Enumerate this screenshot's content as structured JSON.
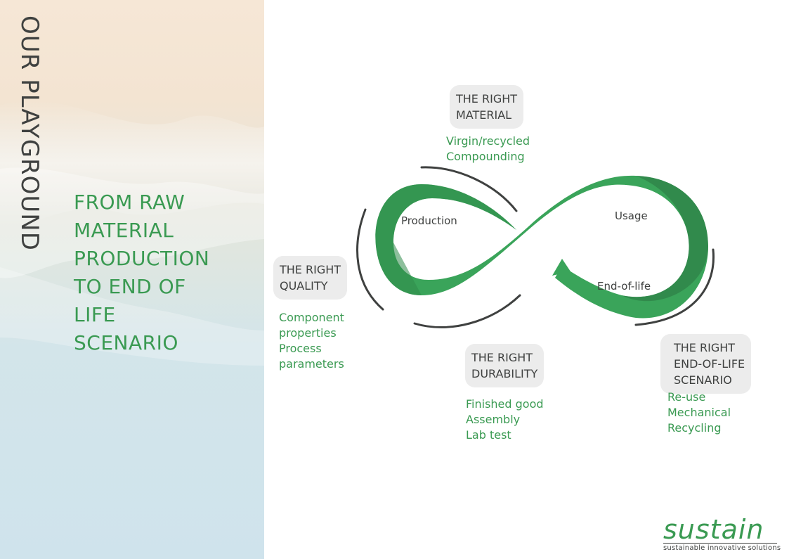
{
  "side_title": "OUR PLAYGROUND",
  "headline": [
    "FROM RAW",
    "MATERIAL",
    "PRODUCTION",
    "TO END OF",
    "LIFE",
    "SCENARIO"
  ],
  "loop_labels": {
    "production": "Production",
    "usage": "Usage",
    "end_of_life": "End-of-life"
  },
  "stages": {
    "material": {
      "title": [
        "THE RIGHT",
        "MATERIAL"
      ],
      "items": [
        "Virgin/recycled",
        "Compounding"
      ]
    },
    "quality": {
      "title": [
        "THE RIGHT",
        "QUALITY"
      ],
      "items": [
        "Component",
        "properties",
        "Process",
        "parameters"
      ]
    },
    "durability": {
      "title": [
        "THE RIGHT",
        "DURABILITY"
      ],
      "items": [
        "Finished good",
        "Assembly",
        "Lab test"
      ]
    },
    "end_of_life": {
      "title": [
        "THE RIGHT",
        "END-OF-LIFE",
        "SCENARIO"
      ],
      "items": [
        "Re-use",
        "Mechanical",
        "Recycling"
      ]
    }
  },
  "logo": {
    "word": "sustain",
    "tagline": "sustainable innovative solutions"
  },
  "colors": {
    "green": "#3a9a52",
    "dark_green": "#2f7d45",
    "charcoal": "#3f4140",
    "pill": "#ececec"
  }
}
